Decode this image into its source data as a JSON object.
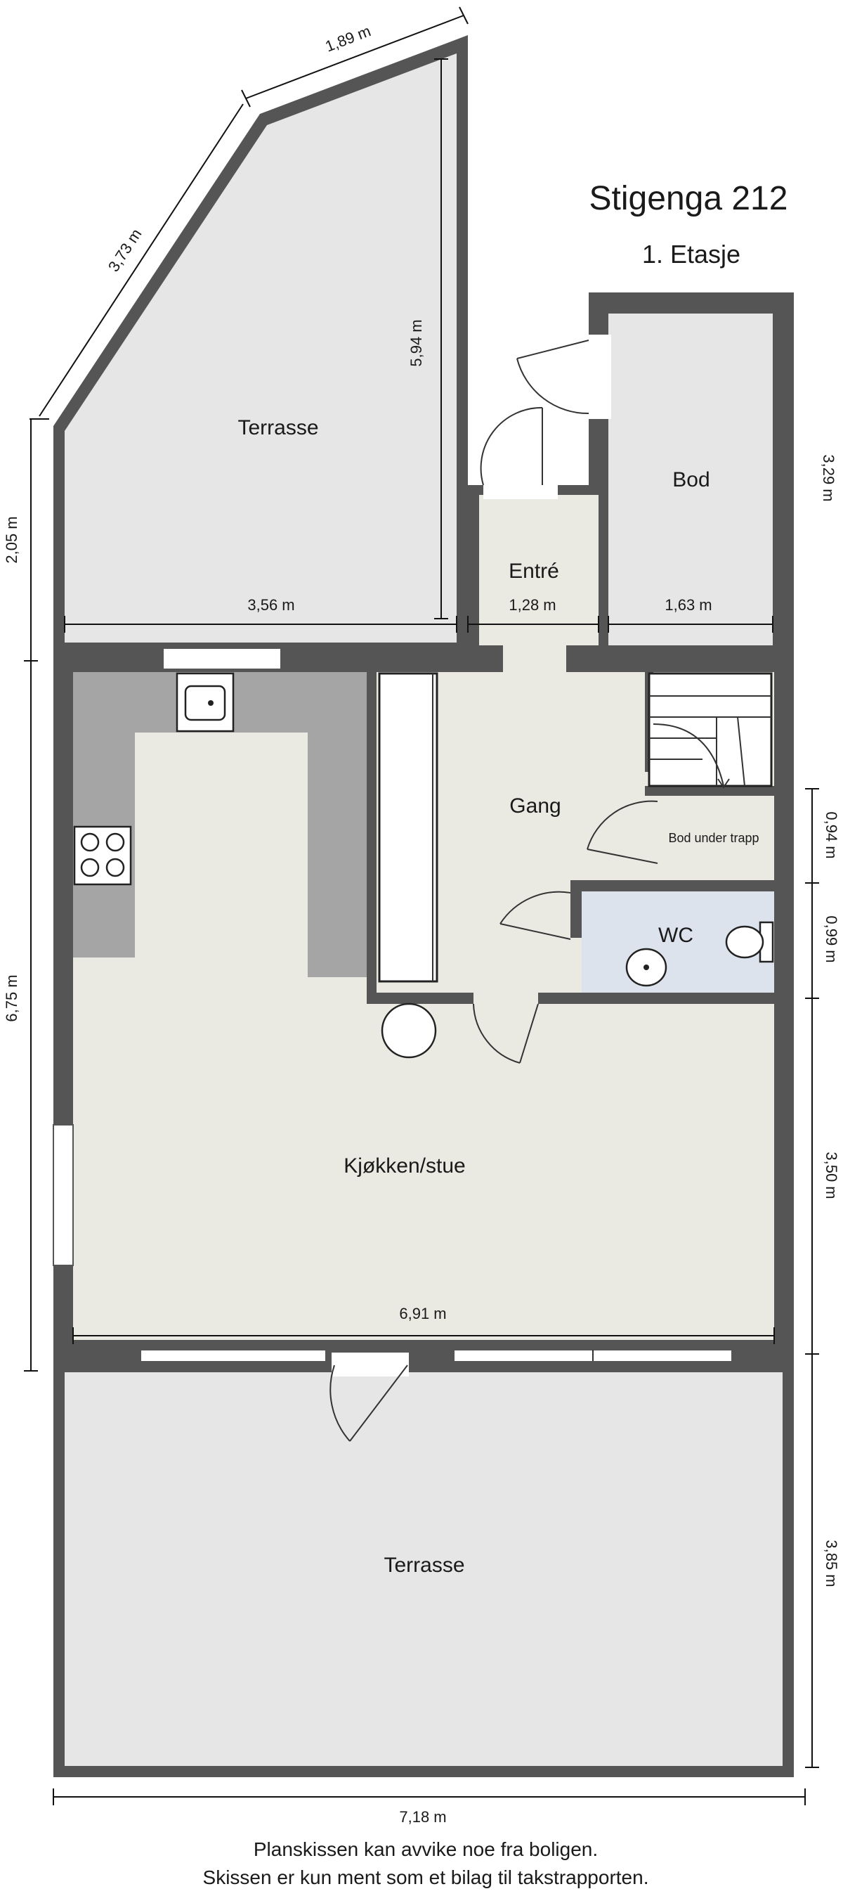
{
  "title": "Stigenga 212",
  "floor": "1. Etasje",
  "rooms": {
    "terrace_top": "Terrasse",
    "entry": "Entré",
    "storage": "Bod",
    "hall": "Gang",
    "storage_under_stairs": "Bod under trapp",
    "wc": "WC",
    "kitchen_living": "Kjøkken/stue",
    "terrace_bottom": "Terrasse"
  },
  "dimensions": {
    "d_189": "1,89 m",
    "d_373": "3,73 m",
    "d_594": "5,94 m",
    "d_205": "2,05 m",
    "d_356": "3,56 m",
    "d_128": "1,28 m",
    "d_163": "1,63 m",
    "d_329": "3,29 m",
    "d_094": "0,94 m",
    "d_099": "0,99 m",
    "d_675": "6,75 m",
    "d_350": "3,50 m",
    "d_691": "6,91 m",
    "d_385": "3,85 m",
    "d_718": "7,18 m"
  },
  "footer": {
    "line1": "Planskissen kan avvike noe fra boligen.",
    "line2": "Skissen er kun ment som et bilag til takstrapporten."
  }
}
